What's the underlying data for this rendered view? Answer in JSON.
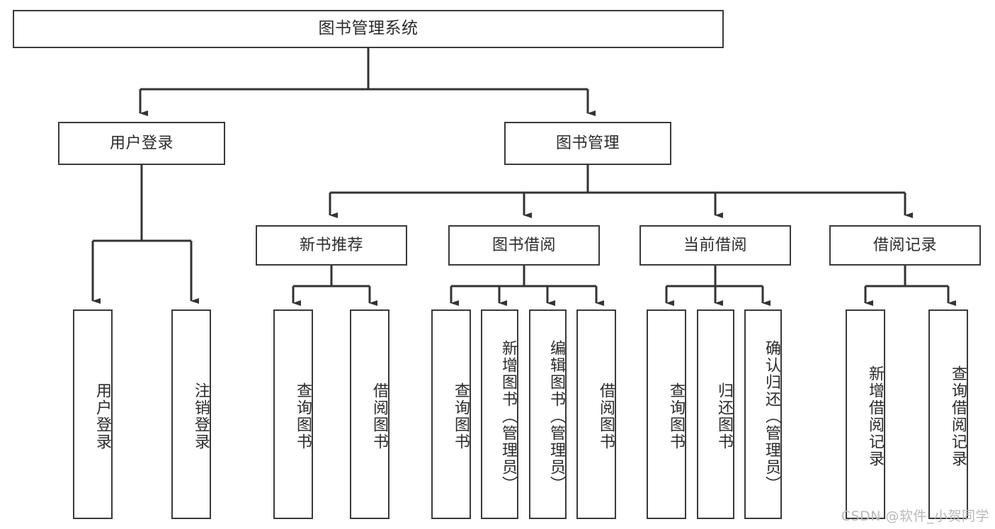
{
  "diagram": {
    "title": "图书管理系统",
    "type": "tree",
    "watermark": "CSDN @软件_小贺同学",
    "colors": {
      "box_border": "#3a3a3a",
      "box_fill": "#ffffff",
      "connector": "#333333",
      "text": "#2b2b2b",
      "watermark": "#b9b9b9",
      "background": "#ffffff"
    },
    "root": {
      "label": "图书管理系统"
    },
    "level2": [
      {
        "label": "用户登录"
      },
      {
        "label": "图书管理"
      }
    ],
    "level3": [
      {
        "label": "新书推荐"
      },
      {
        "label": "图书借阅"
      },
      {
        "label": "当前借阅"
      },
      {
        "label": "借阅记录"
      }
    ],
    "leaves": {
      "user_login": [
        {
          "label": "用户登录"
        },
        {
          "label": "注销登录"
        }
      ],
      "new_book_recommend": [
        {
          "label": "查询图书"
        },
        {
          "label": "借阅图书"
        }
      ],
      "book_borrow": [
        {
          "label": "查询图书"
        },
        {
          "label": "新增图书（管理员）"
        },
        {
          "label": "编辑图书（管理员）"
        },
        {
          "label": "借阅图书"
        }
      ],
      "current_borrow": [
        {
          "label": "查询图书"
        },
        {
          "label": "归还图书"
        },
        {
          "label": "确认归还（管理员）"
        }
      ],
      "borrow_record": [
        {
          "label": "新增借阅记录"
        },
        {
          "label": "查询借阅记录"
        }
      ]
    }
  }
}
